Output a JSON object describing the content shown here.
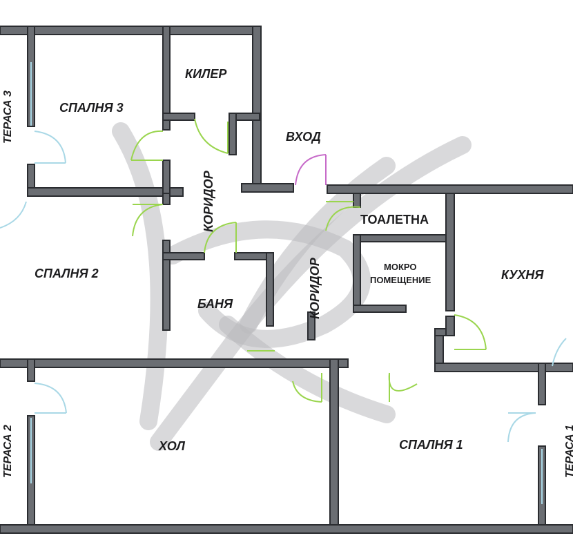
{
  "rooms": {
    "bedroom3": "СПАЛНЯ 3",
    "closet": "КИЛЕР",
    "entrance": "ВХОД",
    "corridor_upper": "КОРИДОР",
    "corridor_lower": "КОРИДОР",
    "toilet": "ТОАЛЕТНА",
    "wet_room_line1": "МОКРО",
    "wet_room_line2": "ПОМЕЩЕНИЕ",
    "kitchen": "КУХНЯ",
    "bedroom2": "СПАЛНЯ 2",
    "bathroom": "БАНЯ",
    "living_room": "ХОЛ",
    "bedroom1": "СПАЛНЯ 1",
    "terrace3": "ТЕРАСА 3",
    "terrace2": "ТЕРАСА 2",
    "terrace1": "ТЕРАСА 1"
  },
  "colors": {
    "wall": "#6b6e73",
    "door": "#9ad54e",
    "entrance_door": "#c76bc9",
    "window": "#a9d8e6",
    "watermark": "#b9babd"
  }
}
